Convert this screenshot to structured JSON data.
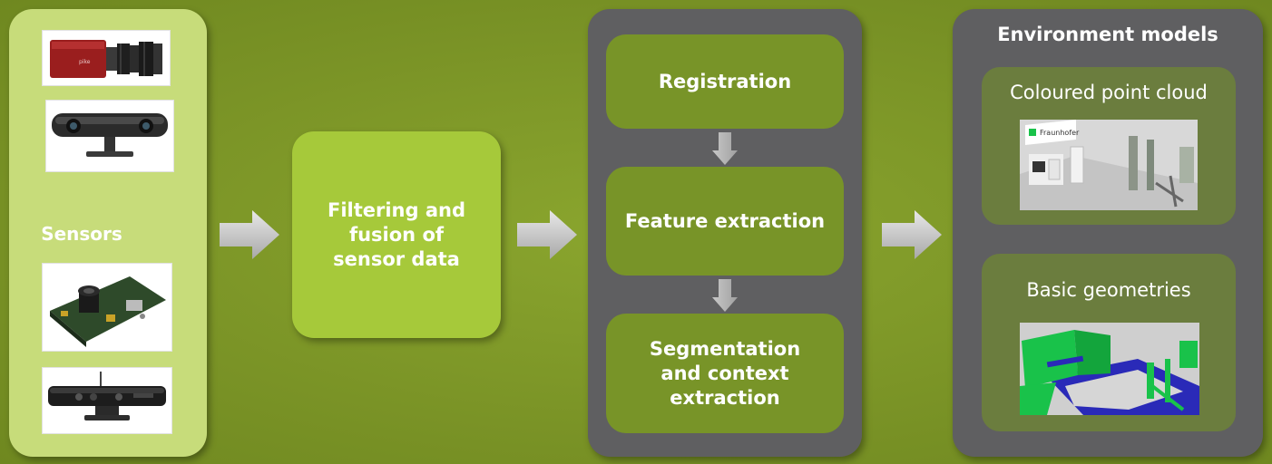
{
  "sensors": {
    "label": "Sensors",
    "devices": [
      {
        "name": "industrial-camera"
      },
      {
        "name": "stereo-camera"
      },
      {
        "name": "camera-board"
      },
      {
        "name": "depth-sensor-bar"
      }
    ]
  },
  "filtering": {
    "label": "Filtering and fusion of sensor data"
  },
  "processing": {
    "steps": [
      {
        "label": "Registration"
      },
      {
        "label": "Feature extraction"
      },
      {
        "label": "Segmentation and context extraction"
      }
    ]
  },
  "environment_models": {
    "title": "Environment models",
    "items": [
      {
        "label": "Coloured point cloud",
        "image_text": "Fraunhofer"
      },
      {
        "label": "Basic geometries"
      }
    ]
  },
  "colors": {
    "background": "#7a9326",
    "sensors_panel": "#c7dc7a",
    "filter_box": "#a6c93a",
    "dark_panel": "#5f5f61",
    "step_box": "#789428",
    "env_sub_box": "#6b7d3e",
    "geometry_green": "#19c24a",
    "geometry_blue": "#2a2ab8"
  }
}
